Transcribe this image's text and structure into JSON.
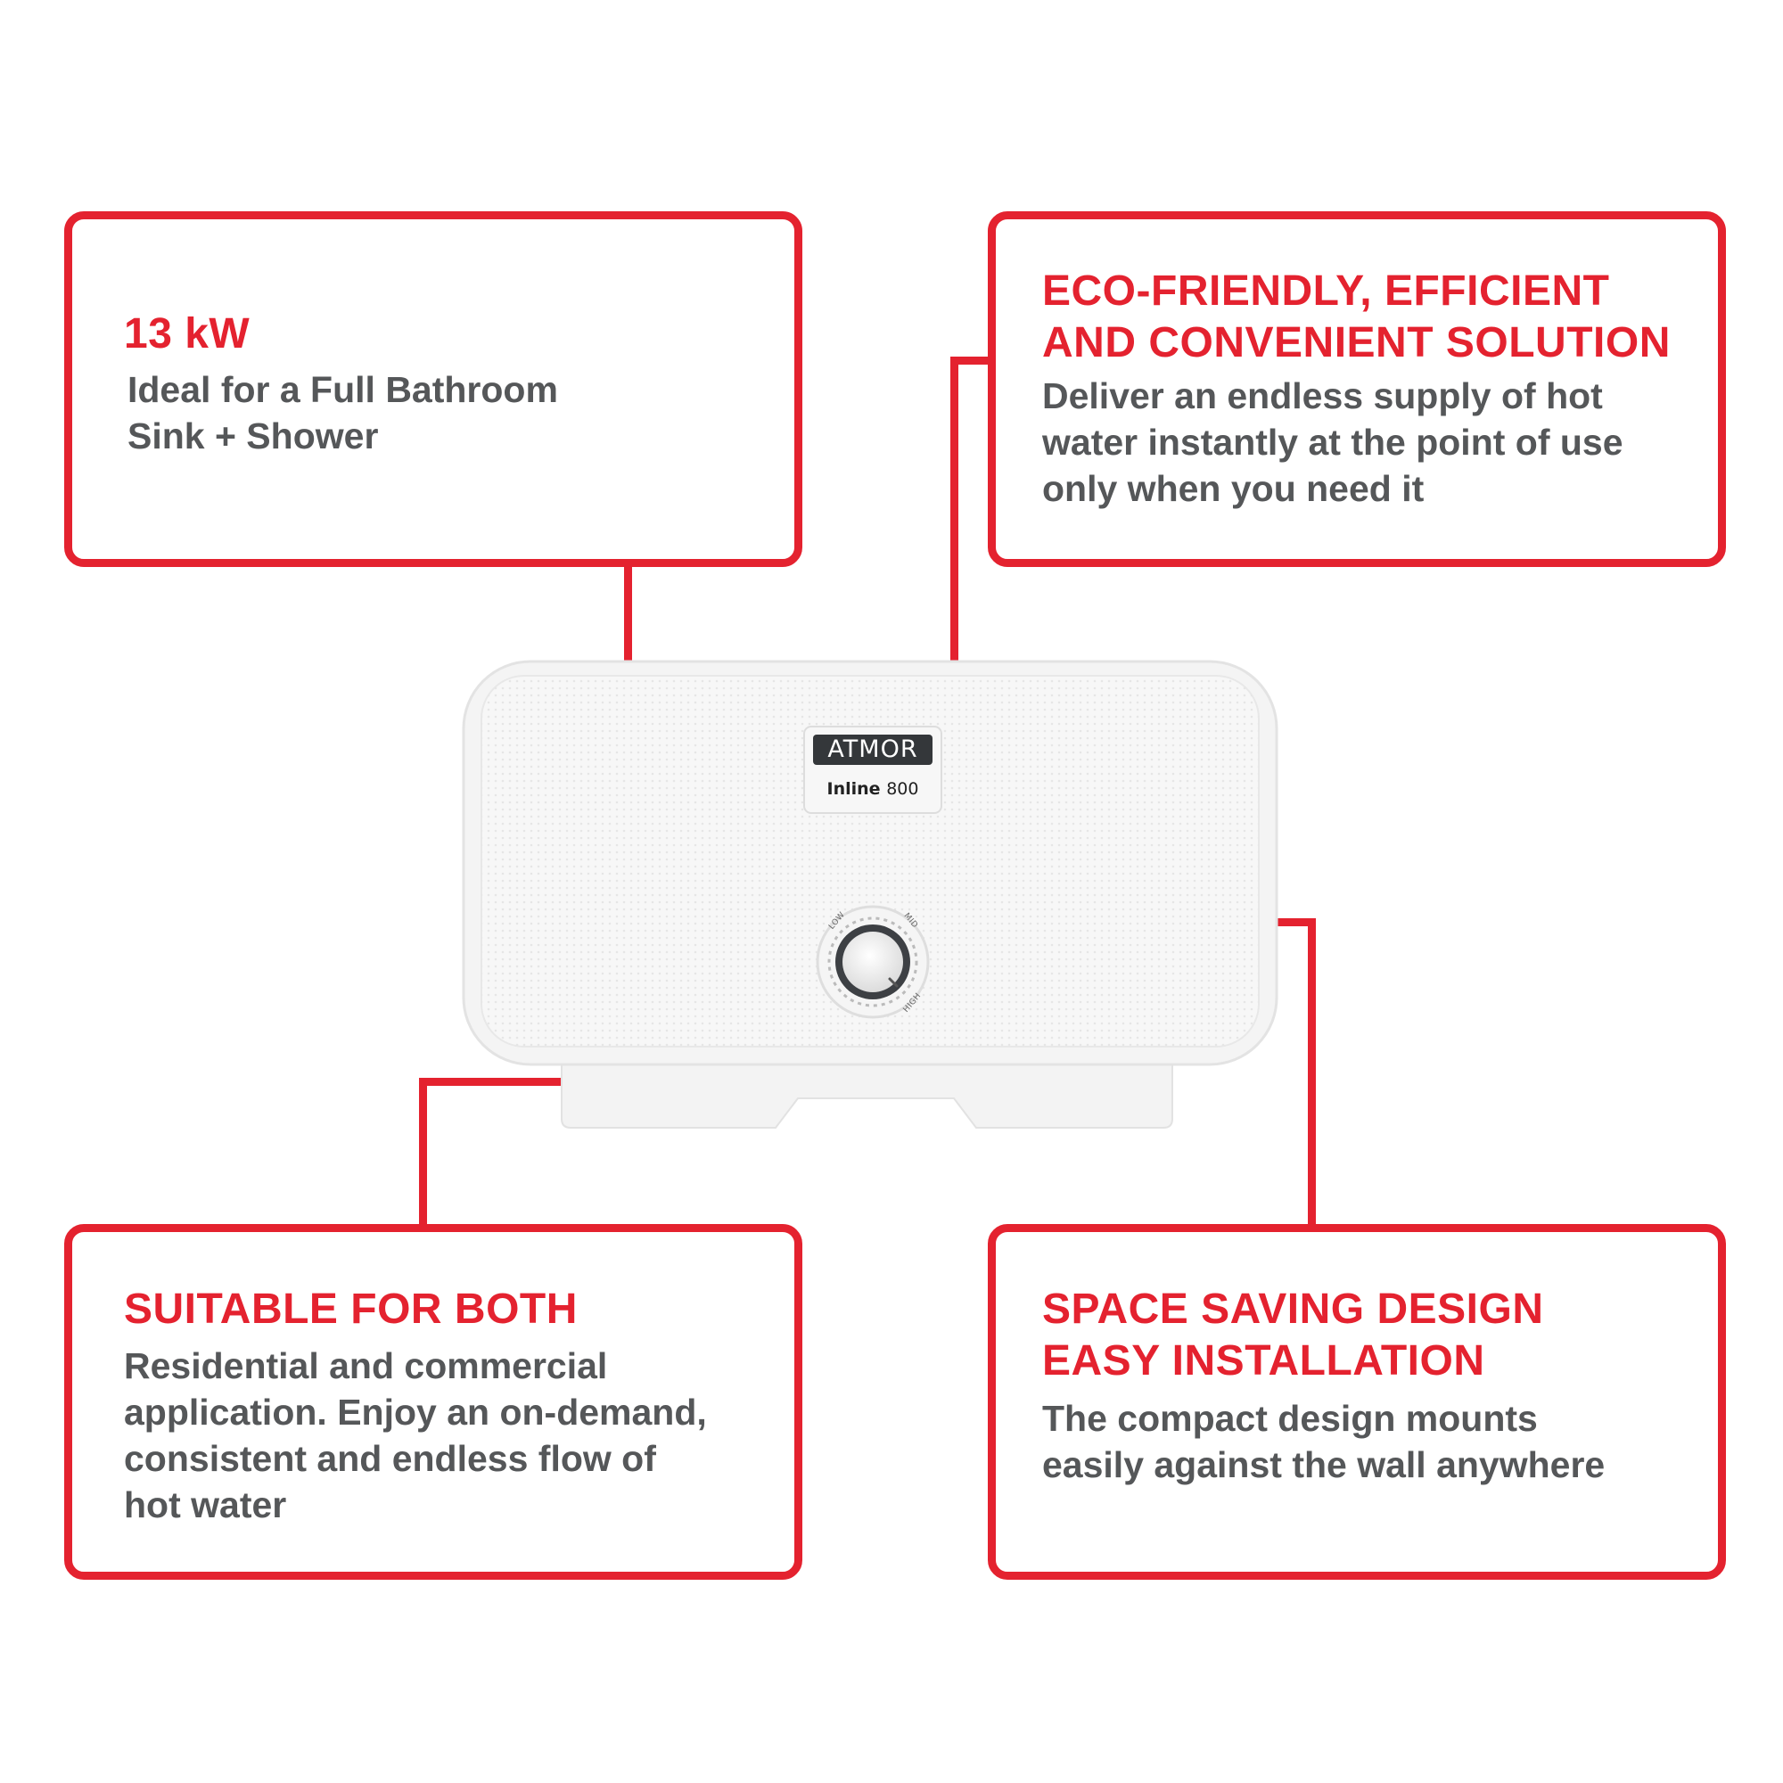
{
  "cards": {
    "top_left": {
      "title": "13 kW",
      "line1": "Ideal for a Full Bathroom",
      "line2": "Sink + Shower"
    },
    "top_right": {
      "title1": "ECO-FRIENDLY, EFFICIENT",
      "title2": "AND CONVENIENT SOLUTION",
      "line1": "Deliver an endless supply of hot",
      "line2": "water instantly at the point of use",
      "line3": "only when you need it"
    },
    "bottom_left": {
      "title": "SUITABLE FOR BOTH",
      "line1": "Residential and commercial",
      "line2": "application. Enjoy an on-demand,",
      "line3": "consistent and endless flow of",
      "line4": "hot water"
    },
    "bottom_right": {
      "title1": "SPACE SAVING DESIGN",
      "title2": "EASY INSTALLATION",
      "line1": "The compact design mounts",
      "line2": "easily against the wall anywhere"
    }
  },
  "product": {
    "brand": "ATMOR",
    "model_name": "Inline",
    "model_number": "800",
    "dial_low": "LOW",
    "dial_mid": "MID",
    "dial_high": "HIGH"
  },
  "colors": {
    "accent": "#e4222f",
    "body_text": "#555759",
    "brand_label": "#34373a",
    "heater_body": "#f2f2f2"
  }
}
